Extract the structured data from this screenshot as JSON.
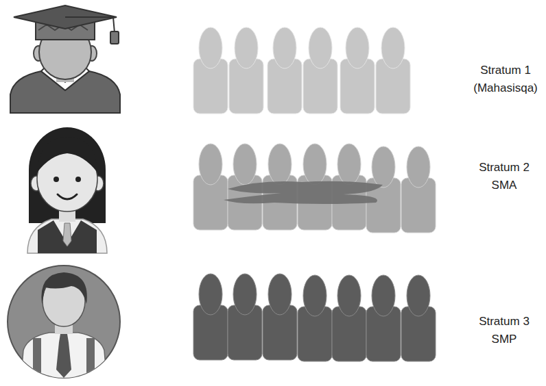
{
  "diagram": {
    "labels": [
      "Stratum 1 (Mahasisqa)",
      "Stratum 2 SMA",
      "Stratum 3 SMP"
    ]
  }
}
